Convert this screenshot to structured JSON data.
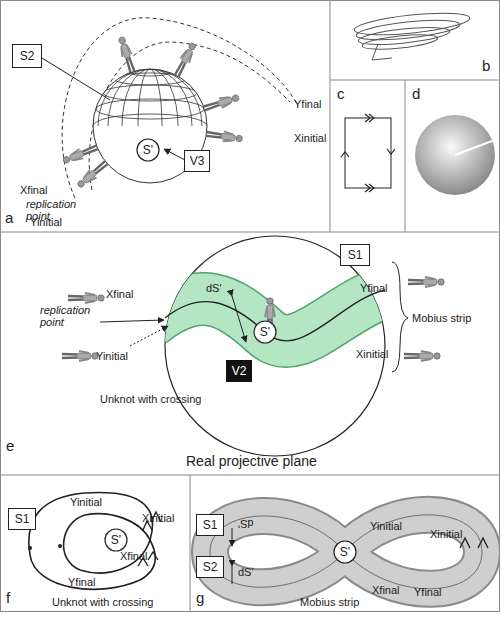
{
  "diagram": {
    "nodes": [
      {
        "text": [
          "S2"
        ]
      },
      {
        "text": [
          "S'"
        ]
      },
      {
        "text": [
          "V3"
        ]
      },
      {
        "text": [
          "S1"
        ]
      },
      {
        "text": [
          "S'"
        ]
      },
      {
        "text": [
          "V2"
        ]
      },
      {
        "text": [
          "S1"
        ]
      },
      {
        "text": [
          "S'"
        ]
      },
      {
        "text": [
          "S1"
        ]
      },
      {
        "text": [
          "S2"
        ]
      },
      {
        "text": [
          "S'"
        ]
      }
    ],
    "labels": [
      "Yfinal",
      "Xinitial",
      "Xfinal",
      "replication point",
      "Yinitial",
      "a",
      "b",
      "c",
      "d",
      "dS'",
      "Xfinal",
      "Yfinal",
      "replication point",
      "Mobius strip",
      "Yinitial",
      "Xinitial",
      "Unknot with crossing",
      "e",
      "Real projective plane",
      "Yinitial",
      "Xinitial",
      "Xfinal",
      "Yfinal",
      "f",
      "Unknot with crossing",
      "dS'",
      "dS'",
      "Yinitial",
      "Xinitial",
      "Xfinal",
      "Yfinal",
      "g",
      "Mobius strip"
    ]
  }
}
